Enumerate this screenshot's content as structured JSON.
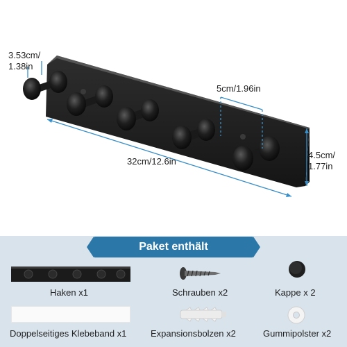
{
  "dimensions": {
    "depth": "3.53cm/\n1.38in",
    "depth_line1": "3.53cm/",
    "depth_line2": "1.38in",
    "spacing": "5cm/1.96in",
    "length": "32cm/12.6in",
    "height_line1": "4.5cm/",
    "height_line2": "1.77in"
  },
  "package": {
    "title": "Paket enthält",
    "items": [
      {
        "label": "Haken x1",
        "icon": "hook-rail-icon"
      },
      {
        "label": "Schrauben x2",
        "icon": "screw-icon"
      },
      {
        "label": "Kappe x 2",
        "icon": "cap-icon"
      },
      {
        "label": "Doppelseitiges Klebeband x1",
        "icon": "tape-icon"
      },
      {
        "label": "Expansionsbolzen x2",
        "icon": "anchor-bolt-icon"
      },
      {
        "label": "Gummipolster x2",
        "icon": "rubber-pad-icon"
      }
    ]
  },
  "colors": {
    "product": "#1b1b1b",
    "dimension_line": "#3a8ec7",
    "banner": "#2b77a8",
    "panel": "#d8e3ec"
  }
}
